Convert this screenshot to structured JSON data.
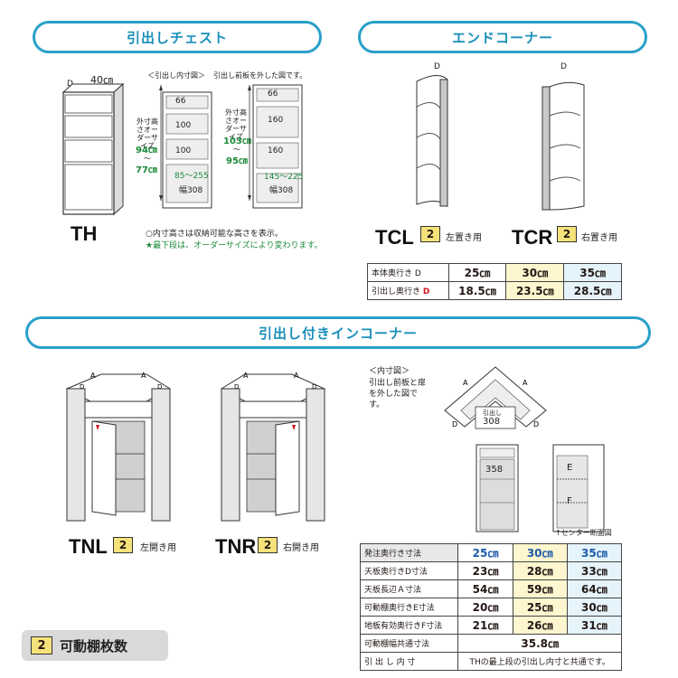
{
  "sections": {
    "chest": "引出しチェスト",
    "end_corner": "エンドコーナー",
    "in_corner": "引出し付きインコーナー"
  },
  "chest": {
    "width_label": "40㎝",
    "depth_label": "D",
    "model": "TH",
    "inner_caption": "＜引出し内寸図＞",
    "front_removed": "引出し前板を外した図です。",
    "order_size_left": "外寸高さオーダーサイズ",
    "height_left_top": "94㎝",
    "height_left_tilde": "～",
    "height_left_bottom": "77㎝",
    "height_right_top": "103㎝",
    "height_right_tilde": "～",
    "height_right_bottom": "95㎝",
    "left_drawers": [
      "66",
      "100",
      "100"
    ],
    "left_bottom_range": "85～255",
    "left_width": "幅308",
    "right_drawers": [
      "66",
      "160",
      "160"
    ],
    "right_bottom_range": "145～225",
    "right_width": "幅308",
    "note1": "○内寸高さは収納可能な高さを表示。",
    "note2": "★最下段は、オーダーサイズにより変わります。"
  },
  "end_corner": {
    "tcl_model": "TCL",
    "tcl_badge": "2",
    "tcl_desc": "左置き用",
    "tcr_model": "TCR",
    "tcr_badge": "2",
    "tcr_desc": "右置き用",
    "depth_label": "D",
    "table": {
      "row1_label": "本体奥行き D",
      "row1": [
        "25㎝",
        "30㎝",
        "35㎝"
      ],
      "row2_label": "引出し奥行き D",
      "row2": [
        "18.5㎝",
        "23.5㎝",
        "28.5㎝"
      ]
    }
  },
  "in_corner": {
    "tnl_model": "TNL",
    "tnl_badge": "2",
    "tnl_desc": "左開き用",
    "tnr_model": "TNR",
    "tnr_badge": "2",
    "tnr_desc": "右開き用",
    "a_label": "A",
    "d_label": "D",
    "inner_caption": "＜内寸図＞",
    "inner_note": "引出し前板と扉を外した図です。",
    "drawer_label": "引出し",
    "drawer_value": "308",
    "shelf_value": "358",
    "e_label": "E",
    "f_label": "F",
    "center_section": "↑センター断面図",
    "table": {
      "header_label": "発注奥行き寸法",
      "header": [
        "25㎝",
        "30㎝",
        "35㎝"
      ],
      "rows": [
        {
          "label": "天板奥行きD寸法",
          "values": [
            "23㎝",
            "28㎝",
            "33㎝"
          ]
        },
        {
          "label": "天板長辺Ａ寸法",
          "values": [
            "54㎝",
            "59㎝",
            "64㎝"
          ]
        },
        {
          "label": "可動棚奥行きE寸法",
          "values": [
            "20㎝",
            "25㎝",
            "30㎝"
          ]
        },
        {
          "label": "地板有効奥行きF寸法",
          "values": [
            "21㎝",
            "26㎝",
            "31㎝"
          ]
        }
      ],
      "shelf_width_label": "可動棚幅共通寸法",
      "shelf_width_value": "35.8㎝",
      "inner_label": "引 出 し 内 寸",
      "inner_value": "THの最上段の引出し内寸と共通です。"
    }
  },
  "legend": {
    "badge": "2",
    "text": "可動棚枚数"
  },
  "colors": {
    "accent": "#29a0c8",
    "badge": "#f6e27a",
    "col2": "#fdf6cf",
    "col3": "#e5f3fa",
    "blue": "#1c5aa8",
    "red": "#d0121b"
  }
}
